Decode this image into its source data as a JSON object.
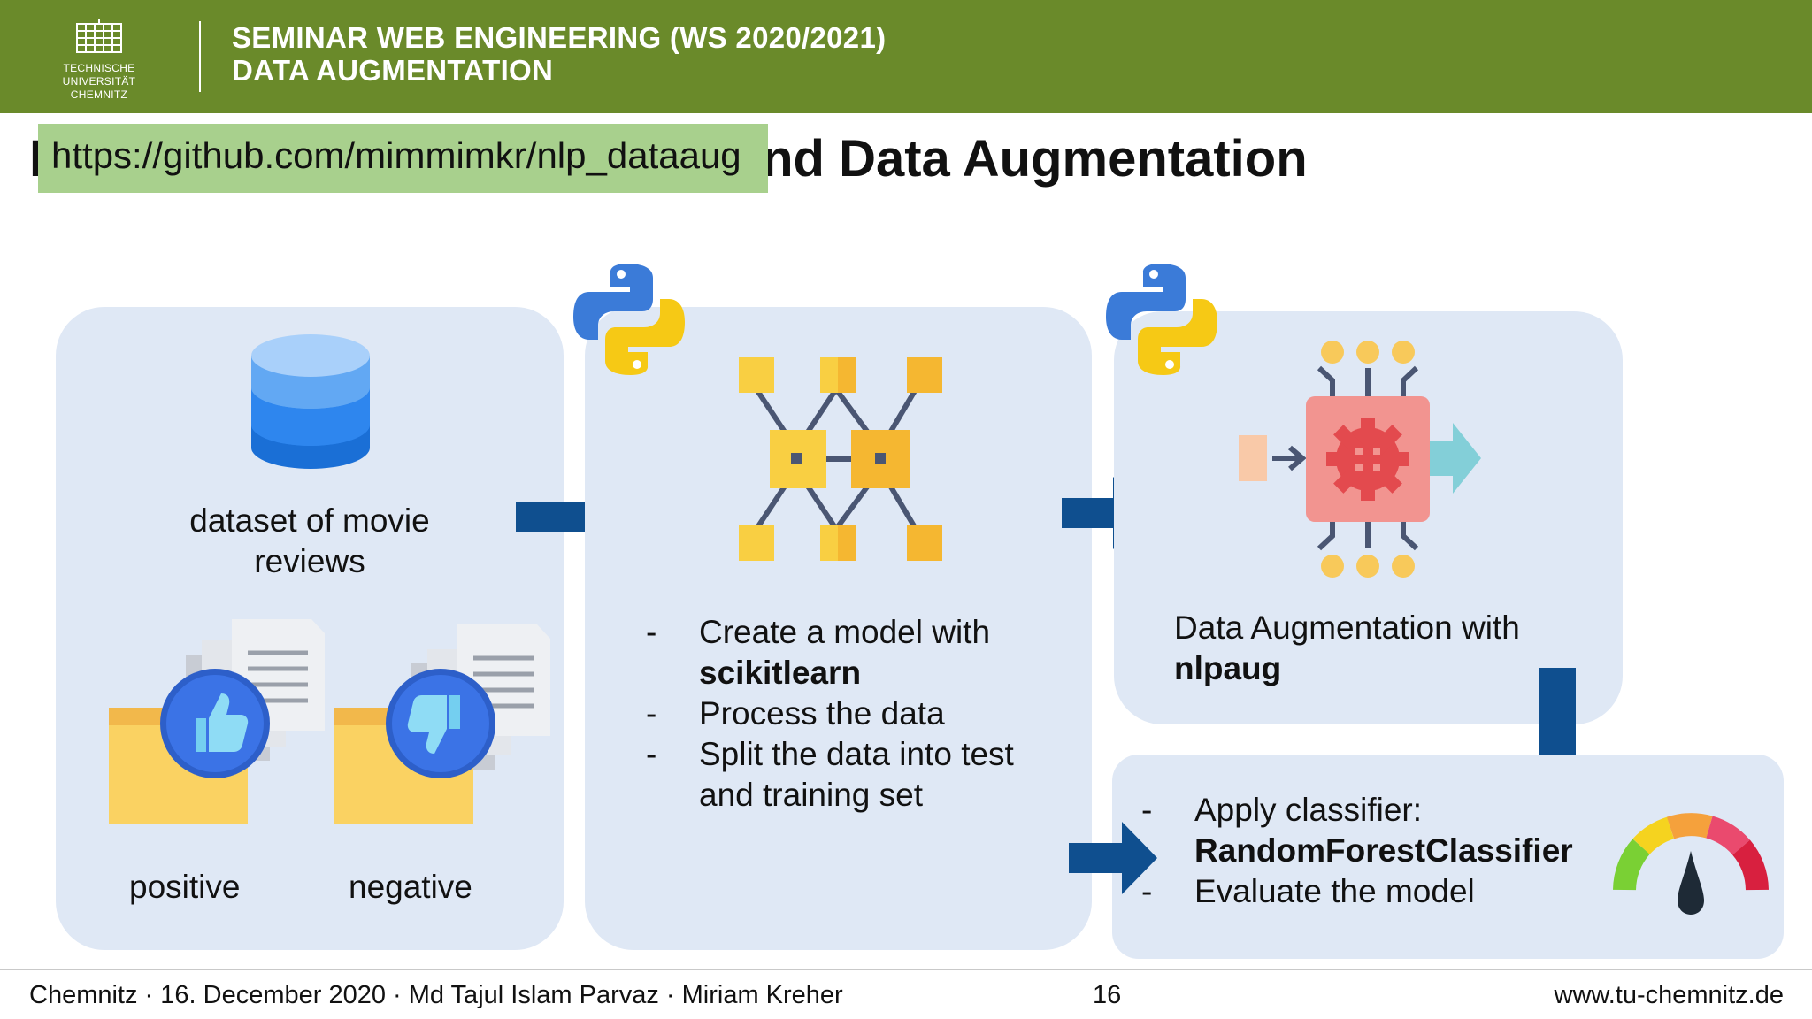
{
  "header": {
    "logo_text_line1": "TECHNISCHE UNIVERSITÄT",
    "logo_text_line2": "CHEMNITZ",
    "title_line1": "SEMINAR WEB ENGINEERING (WS 2020/2021)",
    "title_line2": "DATA AUGMENTATION"
  },
  "slide": {
    "title_visible": "nd Data Augmentation",
    "title_leading_fragment": "I",
    "url_overlay": "https://github.com/mimmimkr/nlp_dataaug"
  },
  "panel_dataset": {
    "caption_line1": "dataset of movie",
    "caption_line2": "reviews",
    "positive_label": "positive",
    "negative_label": "negative"
  },
  "panel_model": {
    "items": [
      {
        "dash": "-",
        "text_line1": "Create a model with",
        "text_bold": "scikitlearn"
      },
      {
        "dash": "-",
        "text_line1": "Process the data"
      },
      {
        "dash": "-",
        "text_line1": "Split the data into test",
        "text_line2": "and training set"
      }
    ]
  },
  "panel_augment": {
    "text_line1": "Data Augmentation with",
    "text_bold": "nlpaug"
  },
  "panel_classifier": {
    "items": [
      {
        "dash": "-",
        "text_line1": "Apply classifier:",
        "text_bold": "RandomForestClassifier"
      },
      {
        "dash": "-",
        "text_line1": "Evaluate the model"
      }
    ]
  },
  "footer": {
    "left": "Chemnitz · 16. December 2020 · Md Tajul Islam Parvaz · Miriam Kreher",
    "page_number": "16",
    "right": "www.tu-chemnitz.de"
  },
  "colors": {
    "header_green": "#6a8a2a",
    "panel_bg": "#dfe8f5",
    "arrow_blue": "#0f4f8f",
    "url_box_green": "#a8d08d"
  },
  "icons": [
    "university-logo-icon",
    "database-icon",
    "python-logo-icon",
    "neural-network-icon",
    "ai-chip-icon",
    "thumbs-up-folder-icon",
    "thumbs-down-folder-icon",
    "gauge-icon",
    "arrow-right-icon",
    "arrow-down-icon"
  ]
}
